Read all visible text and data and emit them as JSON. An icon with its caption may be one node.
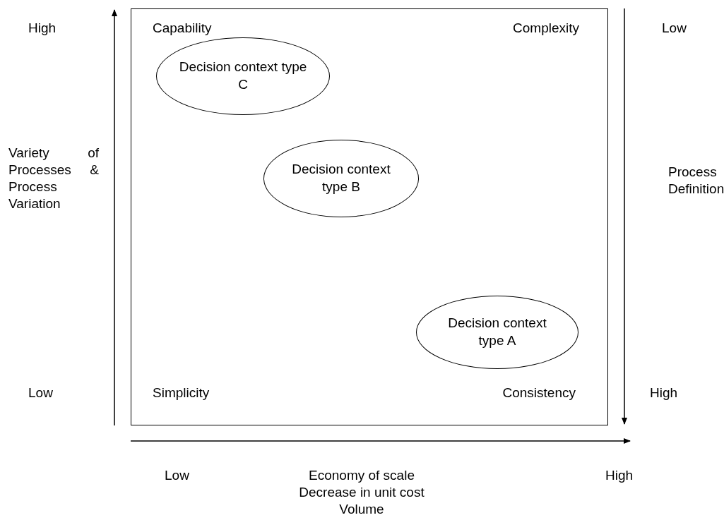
{
  "diagram": {
    "nodes": [
      {
        "text": [
          "Capability",
          "Complexity",
          "Simplicity",
          "Consistency"
        ]
      },
      {
        "text": [
          "Decision context type C"
        ],
        "in": 0
      },
      {
        "text": [
          "Decision context type B"
        ],
        "in": 0
      },
      {
        "text": [
          "Decision context type A"
        ],
        "in": 0
      }
    ],
    "labels": [
      "High",
      "Low",
      "Variety of Processes & Process Variation",
      "Process Definition",
      "Low",
      "High",
      "Low",
      "Economy of scale",
      "High",
      "Decrease in unit cost",
      "Volume"
    ]
  }
}
